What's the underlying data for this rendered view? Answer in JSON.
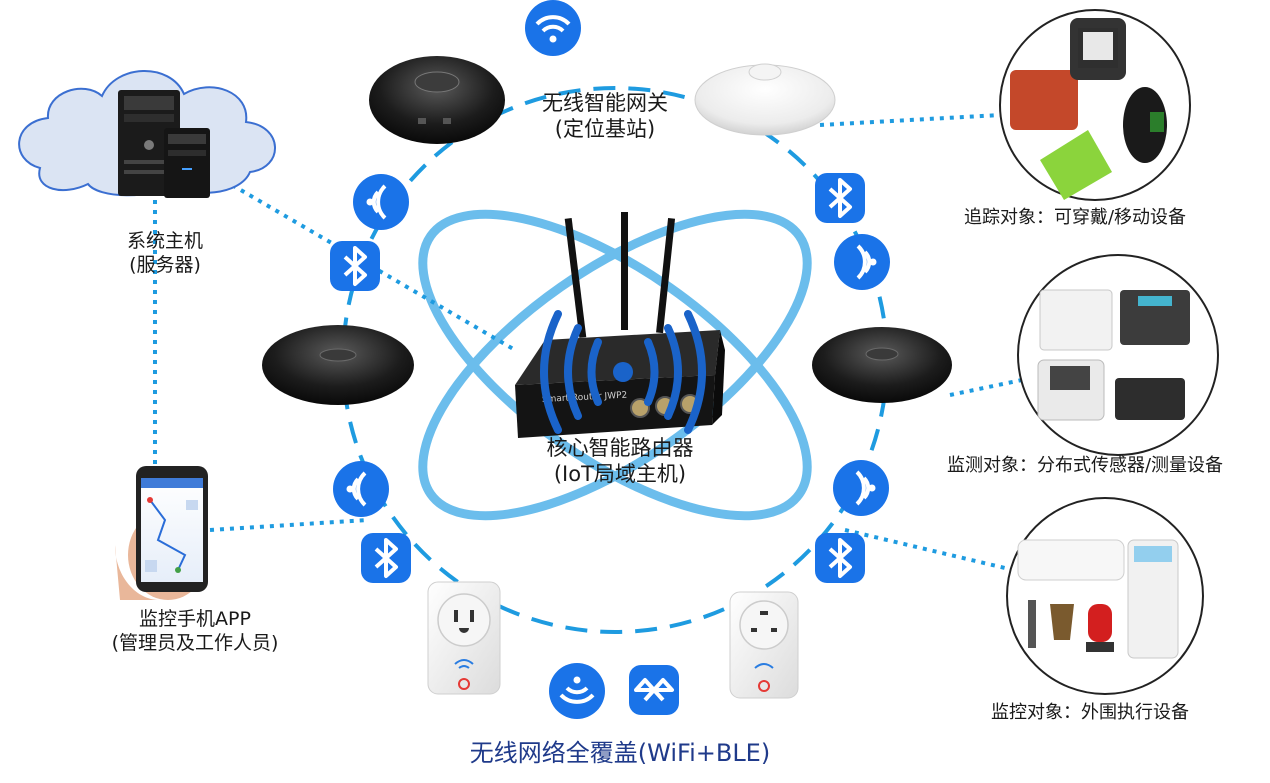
{
  "labels": {
    "gateway_title": "无线智能网关",
    "gateway_sub": "(定位基站)",
    "router_title": "核心智能路由器",
    "router_sub": "(IoT局域主机)",
    "server_title": "系统主机",
    "server_sub": "(服务器)",
    "app_title": "监控手机APP",
    "app_sub": "(管理员及工作人员)",
    "tracking": "追踪对象：可穿戴/移动设备",
    "monitoring": "监测对象：分布式传感器/测量设备",
    "control": "监控对象：外围执行设备",
    "coverage": "无线网络全覆盖(WiFi+BLE)"
  },
  "router_device_text": "Smart Router JWP2",
  "colors": {
    "dash_blue": "#1e9be0",
    "orbit_blue": "#5bb6ea",
    "icon_blue": "#1a73e8",
    "cloud": "#dbe4f3",
    "cloud_edge": "#3b6fd1",
    "label_dark": "#1a1a1a",
    "coverage_text": "#1f3a8a"
  },
  "icons": [
    "wifi-icon",
    "bluetooth-icon",
    "signal-icon"
  ]
}
